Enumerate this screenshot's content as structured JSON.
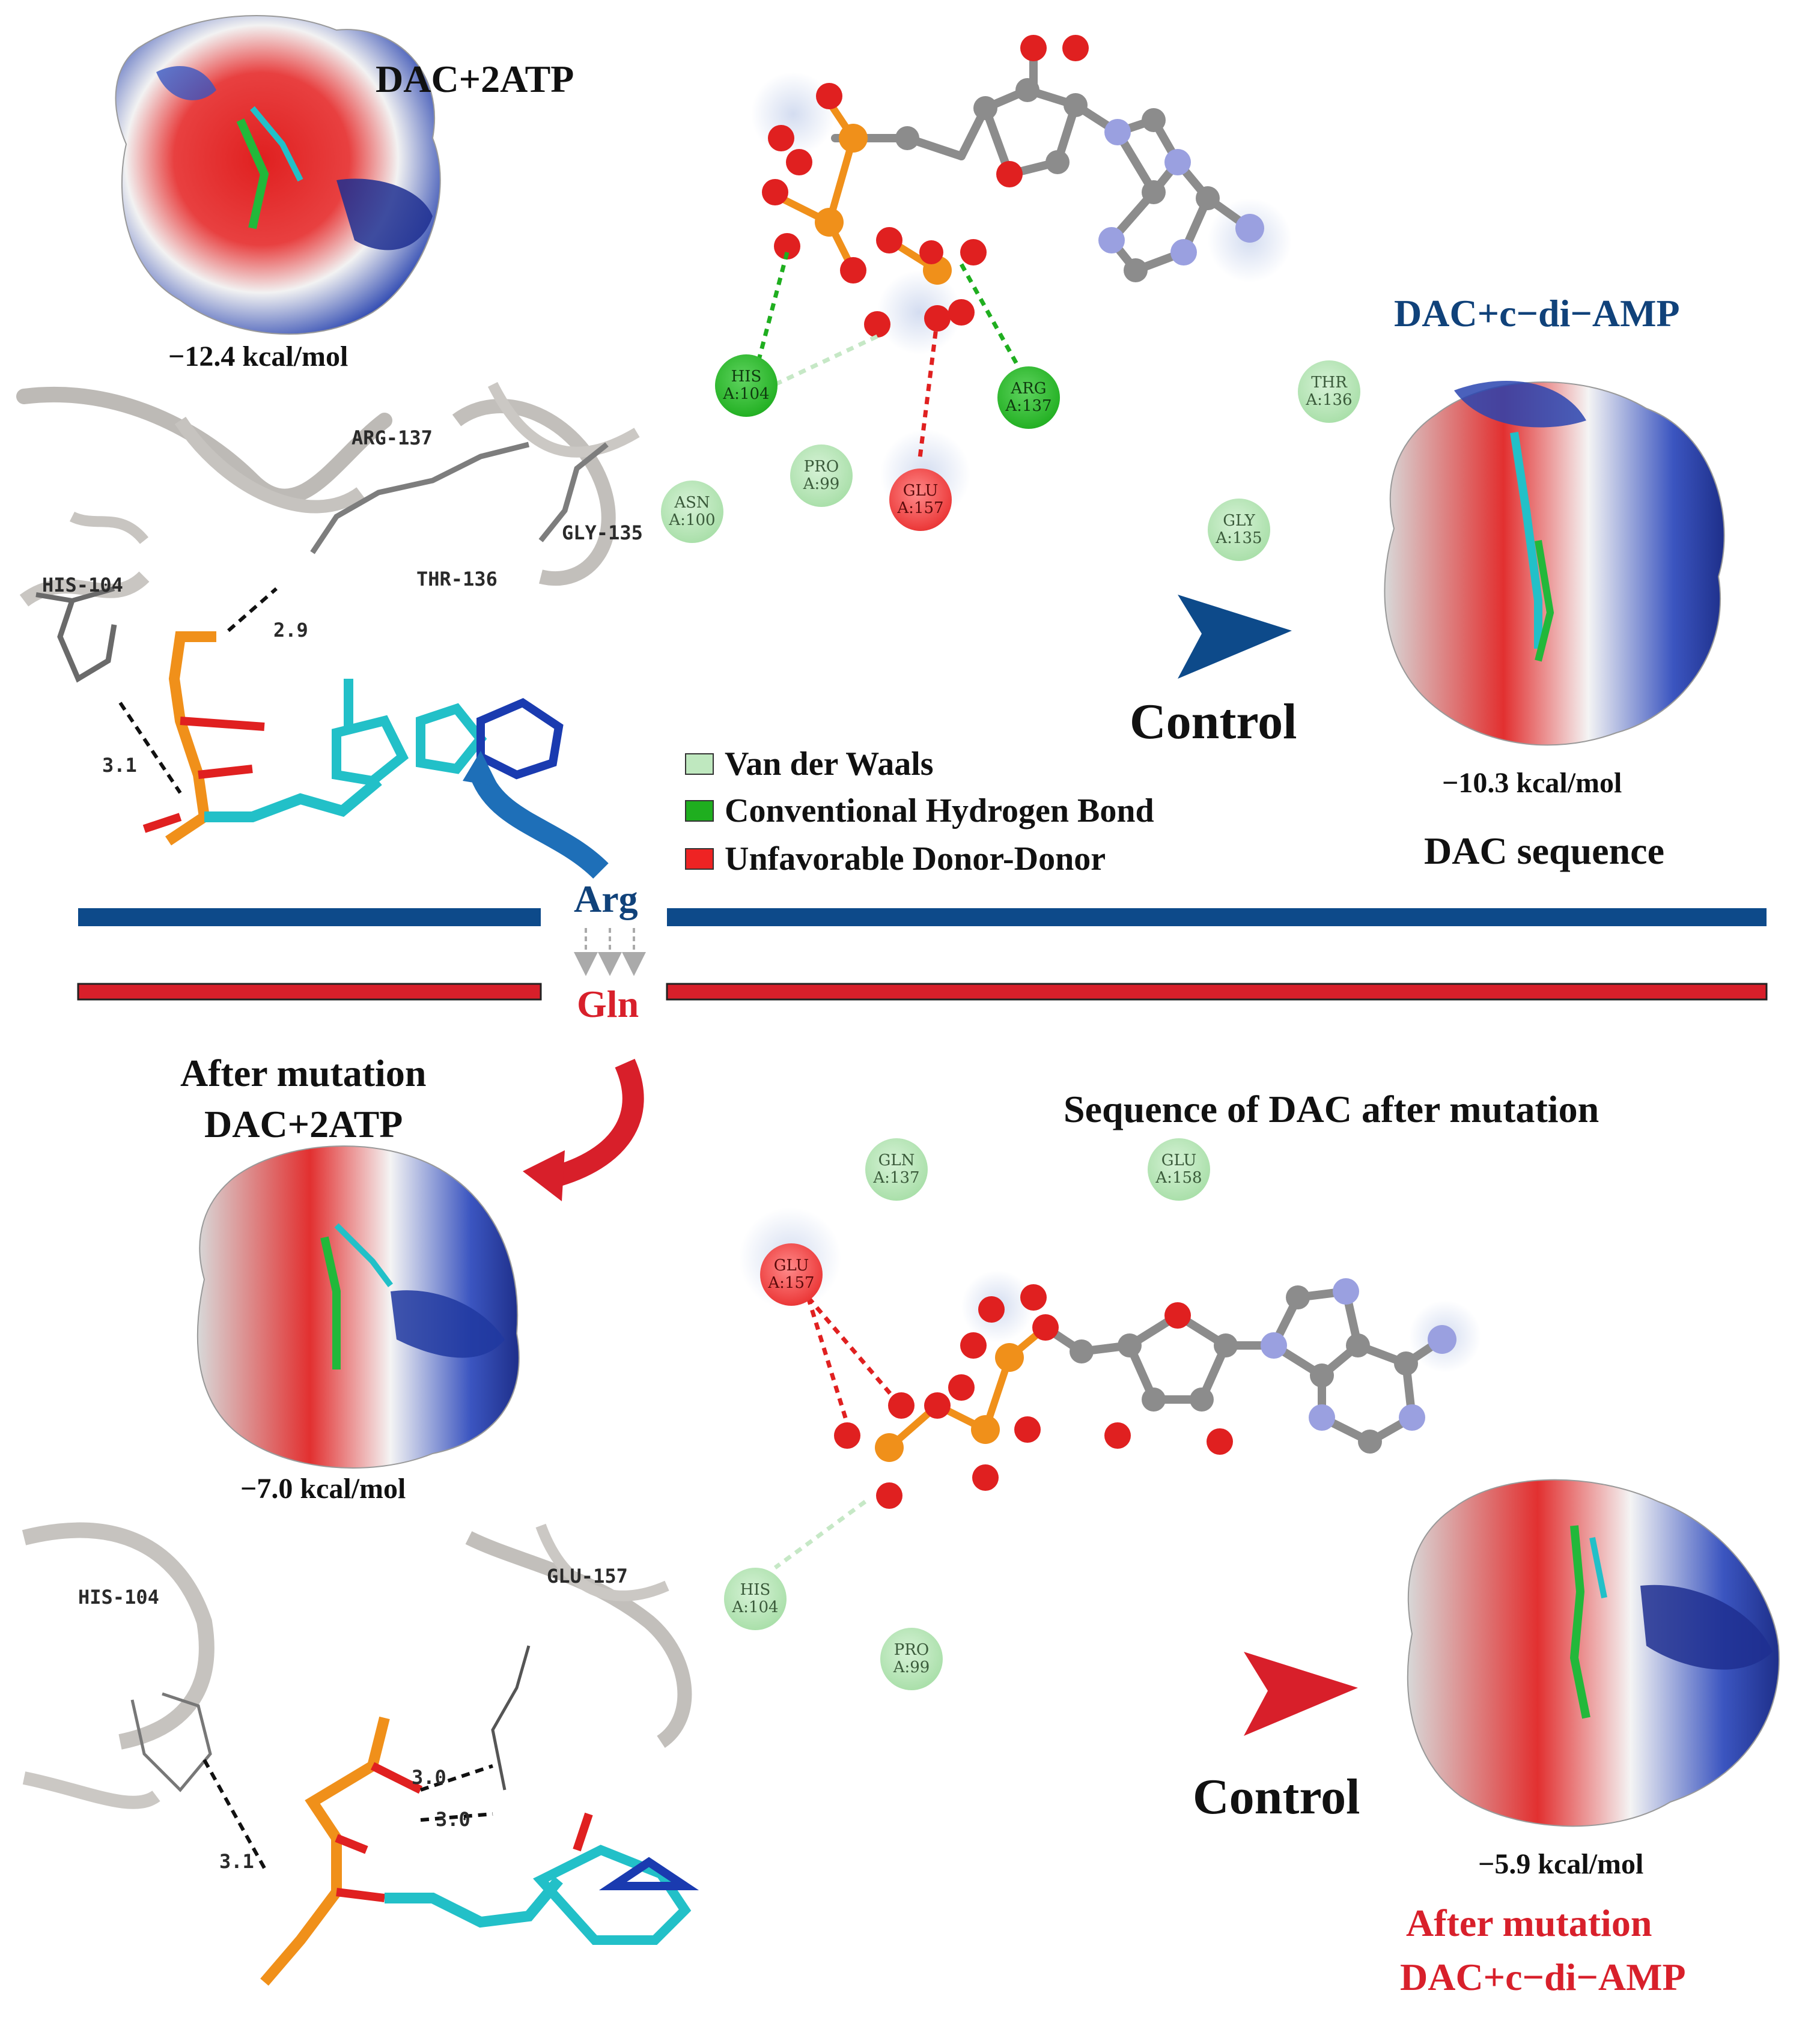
{
  "top": {
    "dac_2atp_title": "DAC+2ATP",
    "dac_2atp_energy": "−12.4 kcal/mol",
    "cdiamp_title": "DAC+c−di−AMP",
    "cdiamp_energy": "−10.3 kcal/mol",
    "sequence_label": "DAC sequence",
    "control_label": "Control",
    "residues_3d": [
      "ARG-137",
      "GLY-135",
      "THR-136",
      "HIS-104"
    ],
    "distances": [
      "2.9",
      "3.1"
    ],
    "residues_2d": [
      {
        "name": "HIS",
        "chain": "A:104",
        "type": "hbond"
      },
      {
        "name": "ARG",
        "chain": "A:137",
        "type": "hbond"
      },
      {
        "name": "PRO",
        "chain": "A:99",
        "type": "vdw"
      },
      {
        "name": "GLU",
        "chain": "A:157",
        "type": "donor-donor"
      },
      {
        "name": "ASN",
        "chain": "A:100",
        "type": "vdw"
      },
      {
        "name": "THR",
        "chain": "A:136",
        "type": "vdw"
      },
      {
        "name": "GLY",
        "chain": "A:135",
        "type": "vdw"
      }
    ]
  },
  "legend": {
    "items": [
      {
        "label": "Van der Waals",
        "color": "#bfe8bf"
      },
      {
        "label": "Conventional Hydrogen Bond",
        "color": "#1fae1f"
      },
      {
        "label": "Unfavorable Donor-Donor",
        "color": "#ee2323"
      }
    ]
  },
  "mutation": {
    "from": "Arg",
    "to": "Gln",
    "from_color": "#10427a",
    "to_color": "#d8202b"
  },
  "bottom": {
    "dac_2atp_title_line1": "After mutation",
    "dac_2atp_title_line2": "DAC+2ATP",
    "dac_2atp_energy": "−7.0 kcal/mol",
    "sequence_title": "Sequence of DAC after mutation",
    "control_label": "Control",
    "cdiamp_energy": "−5.9 kcal/mol",
    "cdiamp_title_line1": "After mutation",
    "cdiamp_title_line2": "DAC+c−di−AMP",
    "residues_3d": [
      "HIS-104",
      "GLU-157"
    ],
    "distances": [
      "3.0",
      "3.0",
      "3.1"
    ],
    "residues_2d": [
      {
        "name": "GLN",
        "chain": "A:137",
        "type": "vdw"
      },
      {
        "name": "GLU",
        "chain": "A:158",
        "type": "vdw"
      },
      {
        "name": "GLU",
        "chain": "A:157",
        "type": "donor-donor"
      },
      {
        "name": "HIS",
        "chain": "A:104",
        "type": "vdw"
      },
      {
        "name": "PRO",
        "chain": "A:99",
        "type": "vdw"
      }
    ]
  },
  "colors": {
    "blue_bar": "#0d4a8a",
    "red_bar": "#d81f2a",
    "phosphorus": "#f0901a",
    "oxygen": "#e02020",
    "carbon_gray": "#8a8a8a",
    "nitrogen": "#9aa0e0",
    "carbon_cyan": "#22c0c8"
  }
}
